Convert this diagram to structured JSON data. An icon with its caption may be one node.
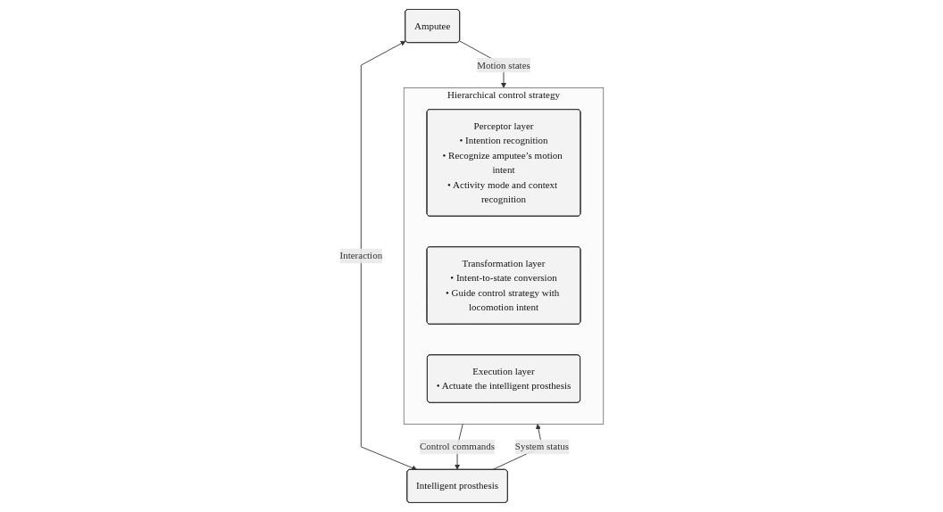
{
  "diagram": {
    "nodes": [
      {
        "text": [
          "Hierarchical control strategy"
        ]
      },
      {
        "text": [
          "Perceptor layer",
          "• Intention recognition",
          "• Recognize amputee’s motion intent",
          "• Activity mode and context recognition"
        ],
        "in": 0
      },
      {
        "text": [
          "Transformation layer",
          "• Intent-to-state conversion",
          "• Guide control strategy with locomotion intent"
        ],
        "in": 0
      },
      {
        "text": [
          "Execution layer",
          "• Actuate the intelligent prosthesis"
        ],
        "in": 0
      },
      {
        "text": [
          "Amputee"
        ]
      },
      {
        "text": [
          "Intelligent prosthesis"
        ]
      }
    ],
    "edges": [
      {
        "from": 4,
        "to": 0,
        "arrow": "to",
        "label": "Motion states"
      },
      {
        "from": 0,
        "to": 5,
        "arrow": "to",
        "label": "Control commands"
      },
      {
        "from": 5,
        "to": 0,
        "arrow": "to",
        "label": "System status"
      },
      {
        "from": 4,
        "to": 5,
        "arrow": "both",
        "label": "Interaction"
      }
    ]
  }
}
